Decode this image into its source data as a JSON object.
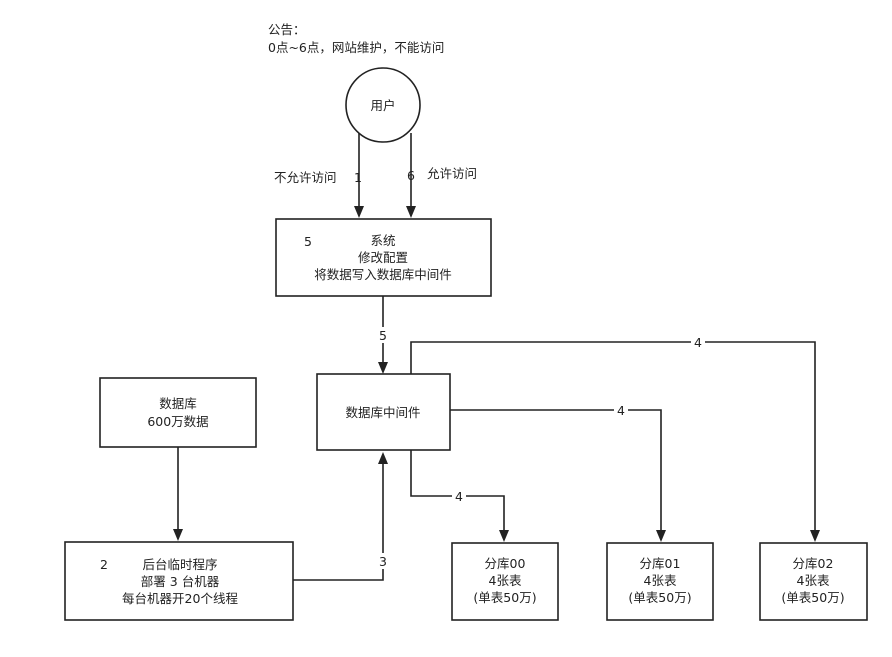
{
  "notice": {
    "title": "公告：",
    "text": "0点~6点，网站维护，不能访问"
  },
  "user": {
    "label": "用户"
  },
  "edges": {
    "deny_num": "1",
    "deny_label": "不允许访问",
    "allow_num": "6",
    "allow_label": "允许访问",
    "sys_to_mw": "5",
    "tmp_to_mw": "3",
    "mw_to_db00": "4",
    "mw_to_db01": "4",
    "mw_to_db02": "4"
  },
  "system": {
    "step": "5",
    "line1": "系统",
    "line2": "修改配置",
    "line3": "将数据写入数据库中间件"
  },
  "middleware": {
    "label": "数据库中间件"
  },
  "database": {
    "line1": "数据库",
    "line2": "600万数据"
  },
  "temp_program": {
    "step": "2",
    "line1": "后台临时程序",
    "line2": "部署 3 台机器",
    "line3": "每台机器开20个线程"
  },
  "shards": [
    {
      "name": "分库00",
      "tables": "4张表",
      "note": "(单表50万)"
    },
    {
      "name": "分库01",
      "tables": "4张表",
      "note": "(单表50万)"
    },
    {
      "name": "分库02",
      "tables": "4张表",
      "note": "(单表50万)"
    }
  ]
}
